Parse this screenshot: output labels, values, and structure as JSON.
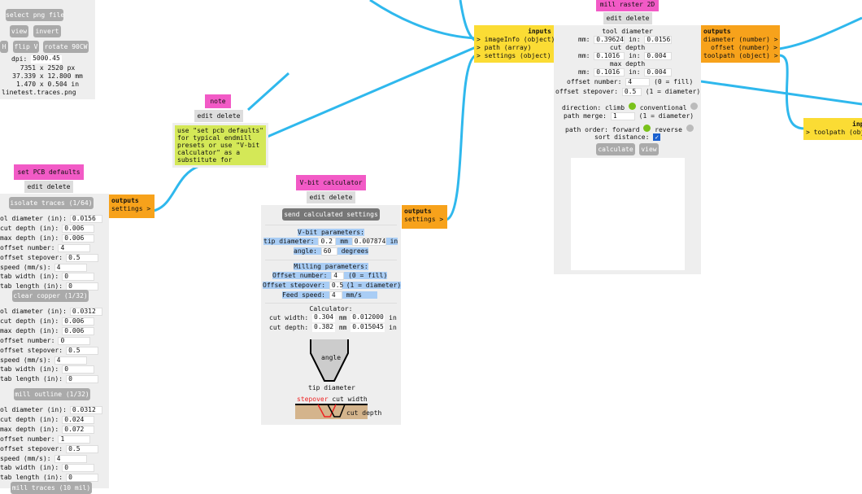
{
  "wire_color": "#2fb8ed",
  "image_panel": {
    "select": "select png file",
    "view": "view",
    "invert": "invert",
    "flip_h": "H",
    "flip_v": "flip V",
    "rotate": "rotate 90CW",
    "dpi_label": "dpi:",
    "dpi": "5000.45",
    "px": "7351 x 2520 px",
    "mm": "37.339 x 12.800 mm",
    "in": "1.470 x 0.504 in",
    "file": "linetest.traces.png"
  },
  "pcb": {
    "title": "set PCB defaults",
    "edit": "edit delete",
    "outputs": "outputs",
    "out_settings": "settings >",
    "groups": [
      {
        "button": "isolate traces (1/64)",
        "rows": [
          [
            "ol diameter (in):",
            "0.0156"
          ],
          [
            "cut depth (in):",
            "0.006"
          ],
          [
            "max depth (in):",
            "0.006"
          ],
          [
            "offset number:",
            "4"
          ],
          [
            "offset stepover:",
            "0.5"
          ],
          [
            "speed (mm/s):",
            "4"
          ],
          [
            "tab width (in):",
            "0"
          ],
          [
            "tab length (in):",
            "0"
          ]
        ]
      },
      {
        "button": "clear copper (1/32)",
        "rows": [
          [
            "ol diameter (in):",
            "0.0312"
          ],
          [
            "cut depth (in):",
            "0.006"
          ],
          [
            "max depth (in):",
            "0.006"
          ],
          [
            "offset number:",
            "0"
          ],
          [
            "offset stepover:",
            "0.5"
          ],
          [
            "speed (mm/s):",
            "4"
          ],
          [
            "tab width (in):",
            "0"
          ],
          [
            "tab length (in):",
            "0"
          ]
        ]
      },
      {
        "button": "mill outline (1/32)",
        "rows": [
          [
            "ol diameter (in):",
            "0.0312"
          ],
          [
            "cut depth (in):",
            "0.024"
          ],
          [
            "max depth (in):",
            "0.072"
          ],
          [
            "offset number:",
            "1"
          ],
          [
            "offset stepover:",
            "0.5"
          ],
          [
            "speed (mm/s):",
            "4"
          ],
          [
            "tab width (in):",
            "0"
          ],
          [
            "tab length (in):",
            "0"
          ]
        ]
      },
      {
        "button": "mill traces (10 mil)",
        "rows": []
      }
    ]
  },
  "note": {
    "title": "note",
    "edit": "edit delete",
    "text": "use \"set pcb defaults\" for typical endmill presets or use \"V-bit calculator\" as a substitute for"
  },
  "vbit": {
    "title": "V-bit calculator",
    "edit": "edit delete",
    "send": "send calculated settings",
    "outputs": "outputs",
    "out_settings": "settings >",
    "vparams": "V-bit parameters:",
    "tip_label": "tip diameter:",
    "tip_mm": "0.2",
    "mm": "mm",
    "tip_in": "0.007874",
    "in": "in",
    "angle_label": "angle:",
    "angle": "60",
    "degrees": "degrees",
    "mparams": "Milling parameters:",
    "offnum_label": "Offset number:",
    "offnum": "4",
    "offnum_note": "(0 = fill)",
    "step_label": "Offset stepover:",
    "step": "0.5",
    "step_note": "(1 = diameter)",
    "feed_label": "Feed speed:",
    "feed": "4",
    "feed_unit": "mm/s",
    "calc": "Calculator:",
    "cw_label": "cut width:",
    "cw_mm": "0.304",
    "cw_in": "0.012000",
    "cd_label": "cut depth:",
    "cd_mm": "0.382",
    "cd_in": "0.015045",
    "angle_txt": "angle",
    "tip_txt": "tip diameter",
    "stepover_txt": "stepover",
    "cutwidth_txt": "cut width",
    "cutdepth_txt": "cut depth"
  },
  "raster": {
    "title": "mill raster 2D",
    "edit": "edit delete",
    "inputs": "inputs",
    "in_items": [
      "> imageInfo (object)",
      "> path (array)",
      "> settings (object)"
    ],
    "outputs": "outputs",
    "out_items": [
      "diameter (number) >",
      "offset (number) >",
      "toolpath (object) >"
    ],
    "tool_diameter": "tool diameter",
    "cut_depth": "cut depth",
    "max_depth": "max depth",
    "mm": "mm:",
    "in": "in:",
    "td_mm": "0.39624",
    "td_in": "0.0156",
    "cd_mm": "0.1016",
    "cd_in": "0.004",
    "md_mm": "0.1016",
    "md_in": "0.004",
    "offnum_label": "offset number:",
    "offnum": "4",
    "offnum_note": "(0 = fill)",
    "step_label": "offset stepover:",
    "step": "0.5",
    "step_note": "(1 = diameter)",
    "direction": "direction: climb",
    "conventional": "conventional",
    "merge_label": "path merge:",
    "merge": "1",
    "merge_note": "(1 = diameter)",
    "order": "path order: forward",
    "reverse": "reverse",
    "sort": "sort distance:",
    "calculate": "calculate",
    "view": "view"
  },
  "next": {
    "inputs": "inputs",
    "item": "> toolpath (object)"
  }
}
